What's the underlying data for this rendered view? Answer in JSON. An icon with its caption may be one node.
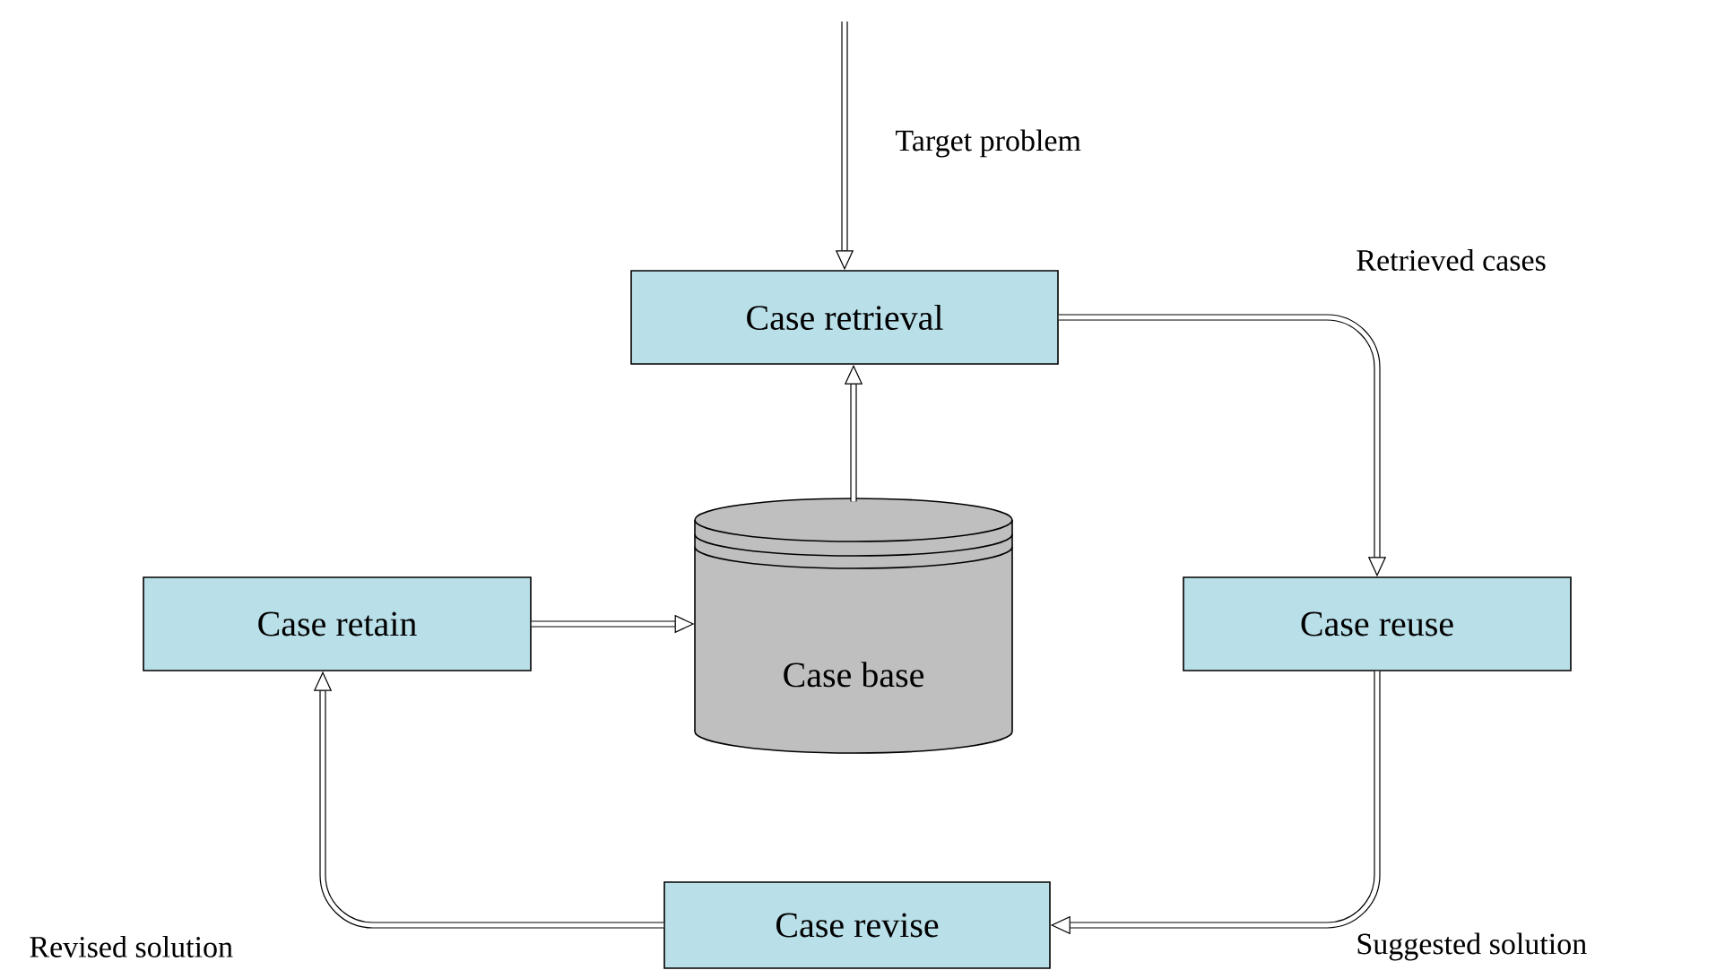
{
  "diagram": {
    "nodes": [
      {
        "text": [
          "Case retrieval"
        ]
      },
      {
        "text": [
          "Case base"
        ]
      },
      {
        "text": [
          "Case retain"
        ]
      },
      {
        "text": [
          "Case reuse"
        ]
      },
      {
        "text": [
          "Case revise"
        ]
      }
    ],
    "edges": [
      {
        "from": null,
        "to": 0,
        "arrow": "to",
        "label": "Target problem"
      },
      {
        "from": 1,
        "to": 0,
        "arrow": "to"
      },
      {
        "from": 0,
        "to": 3,
        "arrow": "to",
        "label": "Retrieved cases"
      },
      {
        "from": 3,
        "to": 4,
        "arrow": "to",
        "label": "Suggested solution"
      },
      {
        "from": 4,
        "to": 2,
        "arrow": "to",
        "label": "Revised solution"
      },
      {
        "from": 2,
        "to": 1,
        "arrow": "to"
      }
    ]
  }
}
